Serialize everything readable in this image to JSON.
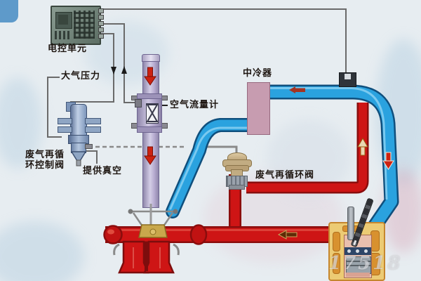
{
  "diagram": {
    "title": "EGR exhaust-gas-recirculation system schematic",
    "labels": {
      "ecu": "电控单元",
      "atmospheric_pressure": "大气压力",
      "air_flow_meter": "空气流量计",
      "intercooler": "中冷器",
      "egr_control_valve_line1": "废气再循",
      "egr_control_valve_line2": "环控制阀",
      "provide_vacuum": "提供真空",
      "egr_valve": "废气再循环阀"
    },
    "watermark": "17518",
    "colors": {
      "intake_pipe_blue": "#2aa2df",
      "exhaust_pipe_red": "#ce1515",
      "air_tube_purple": "#b9aed2",
      "intercooler_pink": "#c79cb0",
      "engine_yellow": "#eccb74",
      "wire_gray": "#6a6a6a",
      "label_text": "#1d1510"
    },
    "flow_arrows": [
      {
        "name": "intake-air-down-upper",
        "direction": "down",
        "on": "air-tube"
      },
      {
        "name": "intake-air-down-lower",
        "direction": "down",
        "on": "air-tube"
      },
      {
        "name": "ecu-signal-out",
        "direction": "down",
        "on": "wire-to-egr-control-valve"
      },
      {
        "name": "afm-signal-in",
        "direction": "up",
        "on": "wire-from-air-flow-meter"
      },
      {
        "name": "charge-air",
        "direction": "left",
        "on": "blue-pipe-top"
      },
      {
        "name": "charge-air-to-engine",
        "direction": "down",
        "on": "blue-pipe-right"
      },
      {
        "name": "egr-gas",
        "direction": "up",
        "on": "red-egr-riser"
      },
      {
        "name": "exhaust",
        "direction": "left",
        "on": "red-exhaust-pipe"
      }
    ]
  }
}
